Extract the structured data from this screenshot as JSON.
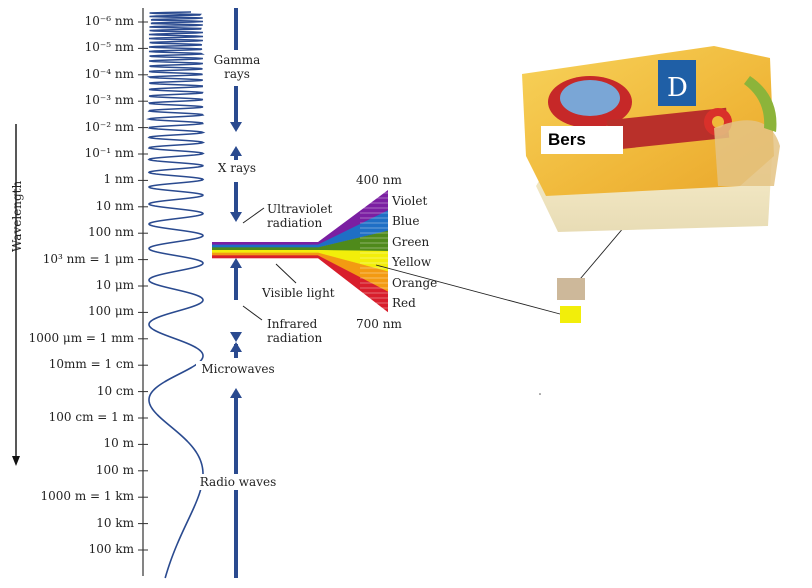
{
  "axis": {
    "title": "Wavelength",
    "ticks": [
      "10⁻⁶ nm",
      "10⁻⁵ nm",
      "10⁻⁴ nm",
      "10⁻³ nm",
      "10⁻² nm",
      "10⁻¹ nm",
      "1 nm",
      "10 nm",
      "100 nm",
      "10³ nm = 1 μm",
      "10 μm",
      "100 μm",
      "1000 μm = 1 mm",
      "10mm = 1 cm",
      "10 cm",
      "100 cm = 1 m",
      "10 m",
      "100 m",
      "1000 m = 1 km",
      "10 km",
      "100 km"
    ]
  },
  "bands": {
    "gamma": "Gamma rays",
    "xray": "X rays",
    "ultraviolet": "Ultraviolet radiation",
    "visible": "Visible light",
    "infrared": "Infrared radiation",
    "microwaves": "Microwaves",
    "radio": "Radio waves"
  },
  "spectrum": {
    "start": "400 nm",
    "end": "700 nm",
    "colors": [
      {
        "name": "Violet",
        "hex": "#7b1fa2"
      },
      {
        "name": "Blue",
        "hex": "#1f6fc5"
      },
      {
        "name": "Green",
        "hex": "#4f8a1b"
      },
      {
        "name": "Yellow",
        "hex": "#f2ee0a"
      },
      {
        "name": "Orange",
        "hex": "#f39a12"
      },
      {
        "name": "Red",
        "hex": "#d81e2c"
      }
    ]
  },
  "annotation": {
    "product_label": "Bers",
    "cheese_color": "#cdb89a",
    "yellow_color": "#f2ee0a"
  },
  "colors": {
    "axis_blue": "#2a4a8f",
    "wave_blue": "#2a4a8f"
  }
}
